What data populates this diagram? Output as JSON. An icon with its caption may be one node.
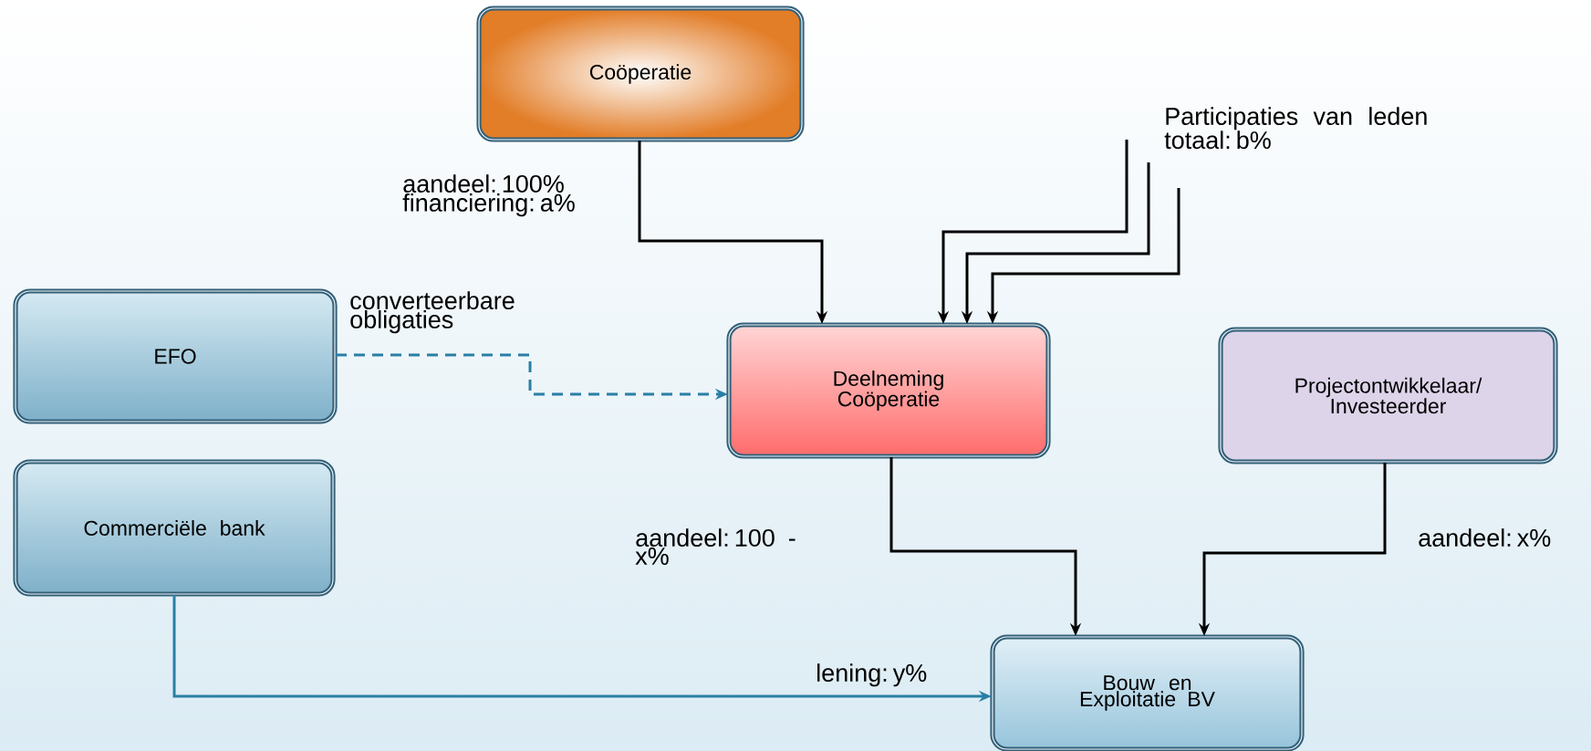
{
  "diagram": {
    "nodes": [
      {
        "text": [
          "Coöperatie"
        ]
      },
      {
        "text": [
          "EFO"
        ]
      },
      {
        "text": [
          "Deelneming Coöperatie"
        ]
      },
      {
        "text": [
          "Projectontwikkelaar/ Investeerder"
        ]
      },
      {
        "text": [
          "Commerciële bank"
        ]
      },
      {
        "text": [
          "Bouw en Exploitatie BV"
        ]
      }
    ],
    "edges": [
      {
        "from": 0,
        "to": 2,
        "arrow": "to",
        "label": "aandeel: 100% financiering: a%"
      },
      {
        "from": 1,
        "to": 2,
        "arrow": "to",
        "label": "converteerbare obligaties",
        "style": "dashed",
        "color": "#2a7fa6"
      },
      {
        "from": null,
        "to": 2,
        "arrow": "to"
      },
      {
        "from": null,
        "to": 2,
        "arrow": "to"
      },
      {
        "from": null,
        "to": 2,
        "arrow": "to"
      },
      {
        "from": 2,
        "to": 5,
        "arrow": "to",
        "label": "aandeel: 100 - x%"
      },
      {
        "from": 3,
        "to": 5,
        "arrow": "to",
        "label": "aandeel: x%"
      },
      {
        "from": 4,
        "to": 5,
        "arrow": "to",
        "label": "lening: y%",
        "color": "#2a7fa6"
      }
    ],
    "labels": [
      "Participaties van leden totaal: b%"
    ]
  }
}
